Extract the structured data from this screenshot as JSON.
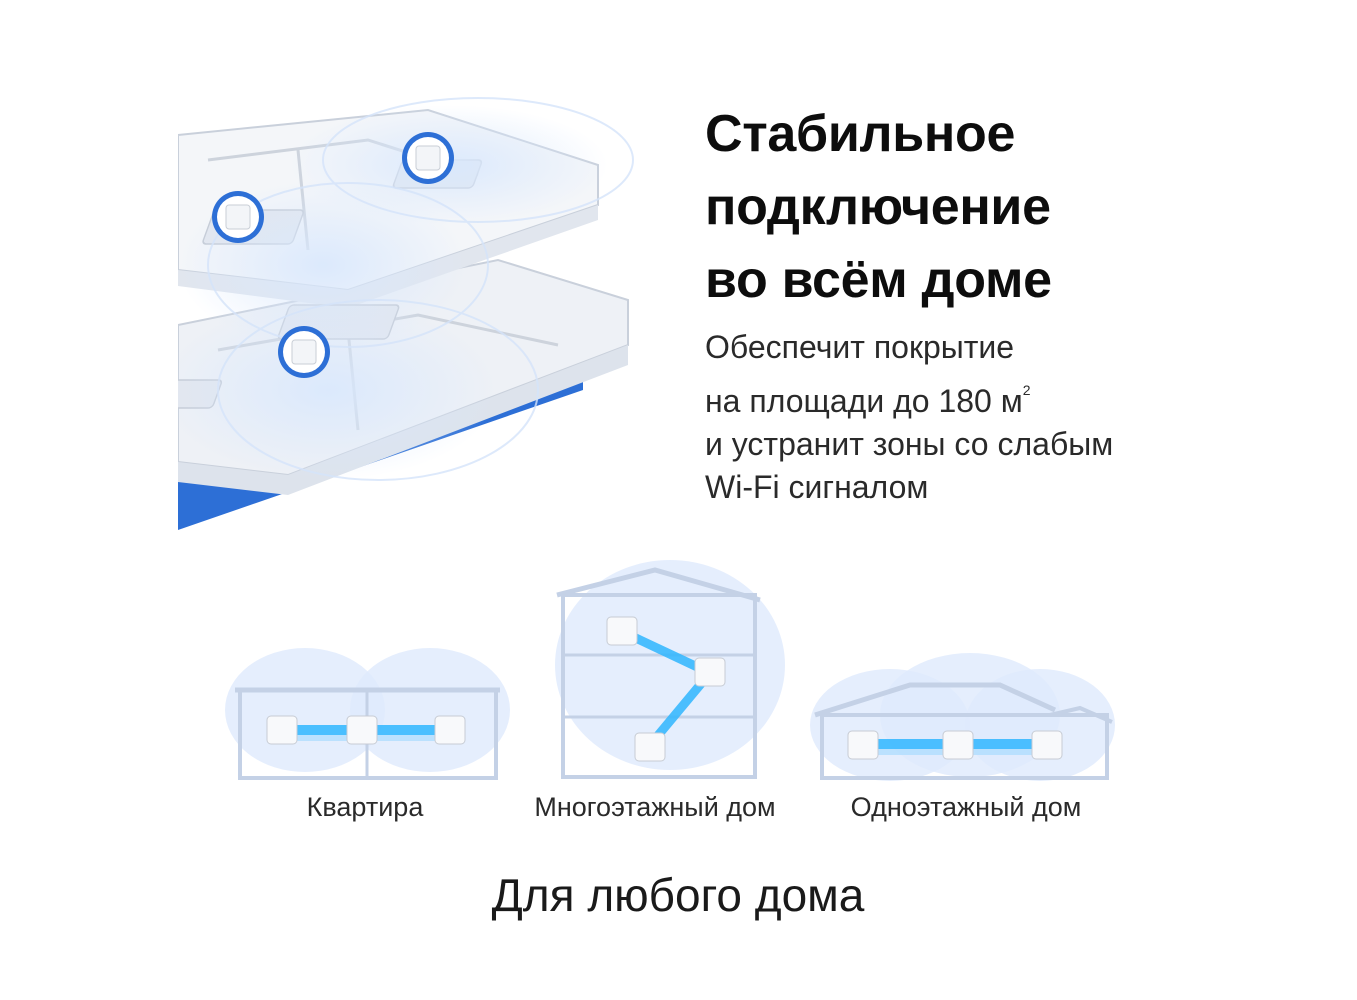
{
  "hero": {
    "headline": [
      "Стабильное",
      "подключение",
      "во всём доме"
    ],
    "sub": {
      "line1": "Обеспечит покрытие",
      "line2_text": "на площади до 180 м",
      "line2_sup": "2",
      "line3": "и устранит зоны со слабым",
      "line4": "Wi-Fi сигналом"
    }
  },
  "houses": [
    {
      "label": "Квартира",
      "icon": "apartment-illustration"
    },
    {
      "label": "Многоэтажный дом",
      "icon": "multistory-house-illustration"
    },
    {
      "label": "Одноэтажный дом",
      "icon": "single-story-house-illustration"
    }
  ],
  "footer": {
    "title": "Для любого дома"
  },
  "colors": {
    "accent_blue": "#2d6fd6",
    "coverage_blue": "#cfe1fb",
    "link_cyan": "#2fb6ff"
  }
}
